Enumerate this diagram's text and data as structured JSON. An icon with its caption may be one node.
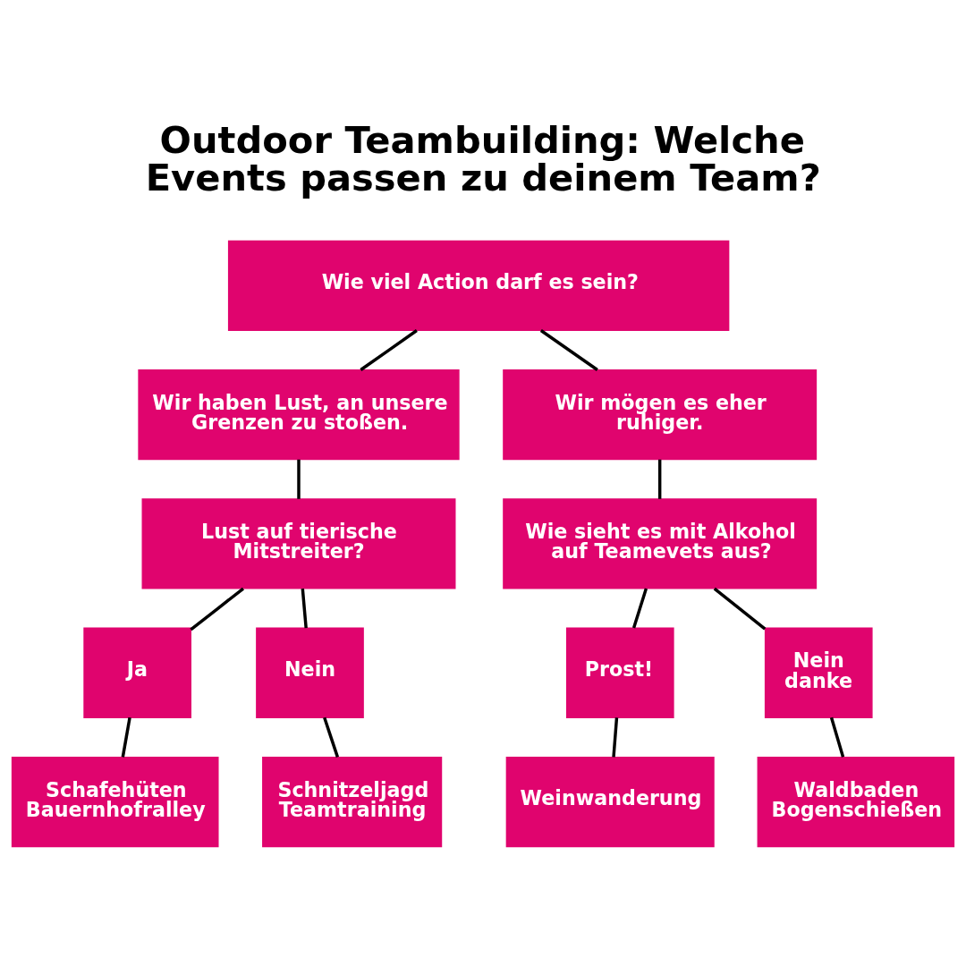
{
  "diagram": {
    "title": "Outdoor Teambuilding: Welche Events passen zu deinem Team?",
    "nodes": [
      {
        "text": [
          "Wie viel Action darf es sein?"
        ]
      },
      {
        "text": [
          "Wir haben Lust, an unsere Grenzen zu stoßen."
        ]
      },
      {
        "text": [
          "Wir mögen es eher ruhiger."
        ]
      },
      {
        "text": [
          "Lust auf tierische Mitstreiter?"
        ]
      },
      {
        "text": [
          "Wie sieht es mit Alkohol auf Teamevets aus?"
        ]
      },
      {
        "text": [
          "Ja"
        ]
      },
      {
        "text": [
          "Nein"
        ]
      },
      {
        "text": [
          "Prost!"
        ]
      },
      {
        "text": [
          "Nein danke"
        ]
      },
      {
        "text": [
          "Schafehüten",
          "Bauernhofralley"
        ]
      },
      {
        "text": [
          "Schnitzeljagd",
          "Teamtraining"
        ]
      },
      {
        "text": [
          "Weinwanderung"
        ]
      },
      {
        "text": [
          "Waldbaden",
          "Bogenschießen"
        ]
      }
    ],
    "edges": [
      {
        "from": 0,
        "to": 1,
        "arrow": "none"
      },
      {
        "from": 0,
        "to": 2,
        "arrow": "none"
      },
      {
        "from": 1,
        "to": 3,
        "arrow": "none"
      },
      {
        "from": 2,
        "to": 4,
        "arrow": "none"
      },
      {
        "from": 3,
        "to": 5,
        "arrow": "none"
      },
      {
        "from": 3,
        "to": 6,
        "arrow": "none"
      },
      {
        "from": 4,
        "to": 7,
        "arrow": "none"
      },
      {
        "from": 4,
        "to": 8,
        "arrow": "none"
      },
      {
        "from": 5,
        "to": 9,
        "arrow": "none"
      },
      {
        "from": 6,
        "to": 10,
        "arrow": "none"
      },
      {
        "from": 7,
        "to": 11,
        "arrow": "none"
      },
      {
        "from": 8,
        "to": 12,
        "arrow": "none"
      }
    ]
  }
}
